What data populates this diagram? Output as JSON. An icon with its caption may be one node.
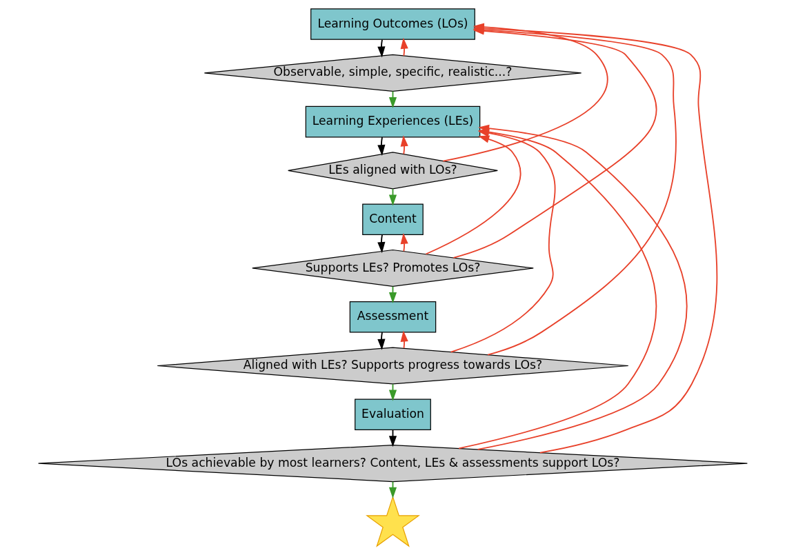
{
  "diagram": {
    "nodes": [
      {
        "text": [
          "Learning Outcomes (LOs)"
        ]
      },
      {
        "text": [
          "Observable, simple, specific, realistic...?"
        ]
      },
      {
        "text": [
          "Learning Experiences (LEs)"
        ]
      },
      {
        "text": [
          "LEs aligned with LOs?"
        ]
      },
      {
        "text": [
          "Content"
        ]
      },
      {
        "text": [
          "Supports LEs? Promotes LOs?"
        ]
      },
      {
        "text": [
          "Assessment"
        ]
      },
      {
        "text": [
          "Aligned with LEs? Supports progress towards LOs?"
        ]
      },
      {
        "text": [
          "Evaluation"
        ]
      },
      {
        "text": [
          "LOs achievable by most learners? Content, LEs & assessments support LOs?"
        ]
      },
      {
        "text": [],
        "shape": "star"
      }
    ],
    "edges": [
      {
        "from": 0,
        "to": 1,
        "arrow": "to",
        "color": "#000000"
      },
      {
        "from": 1,
        "to": 2,
        "arrow": "to",
        "color": "#3a9a2a"
      },
      {
        "from": 2,
        "to": 3,
        "arrow": "to",
        "color": "#000000"
      },
      {
        "from": 3,
        "to": 4,
        "arrow": "to",
        "color": "#3a9a2a"
      },
      {
        "from": 4,
        "to": 5,
        "arrow": "to",
        "color": "#000000"
      },
      {
        "from": 5,
        "to": 6,
        "arrow": "to",
        "color": "#3a9a2a"
      },
      {
        "from": 6,
        "to": 7,
        "arrow": "to",
        "color": "#000000"
      },
      {
        "from": 7,
        "to": 8,
        "arrow": "to",
        "color": "#3a9a2a"
      },
      {
        "from": 8,
        "to": 9,
        "arrow": "to",
        "color": "#000000"
      },
      {
        "from": 9,
        "to": 10,
        "arrow": "to",
        "color": "#3a9a2a"
      },
      {
        "from": 1,
        "to": 0,
        "arrow": "to"
      },
      {
        "from": 3,
        "to": 2,
        "arrow": "to"
      },
      {
        "from": 3,
        "to": 0,
        "arrow": "to"
      },
      {
        "from": 5,
        "to": 4,
        "arrow": "to"
      },
      {
        "from": 5,
        "to": 2,
        "arrow": "to"
      },
      {
        "from": 5,
        "to": 0,
        "arrow": "to"
      },
      {
        "from": 7,
        "to": 6,
        "arrow": "to"
      },
      {
        "from": 7,
        "to": 2,
        "arrow": "to"
      },
      {
        "from": 7,
        "to": 0,
        "arrow": "to"
      },
      {
        "from": 9,
        "to": 2,
        "arrow": "to"
      },
      {
        "from": 9,
        "to": 2,
        "arrow": "to"
      },
      {
        "from": 9,
        "to": 0,
        "arrow": "to"
      }
    ]
  }
}
